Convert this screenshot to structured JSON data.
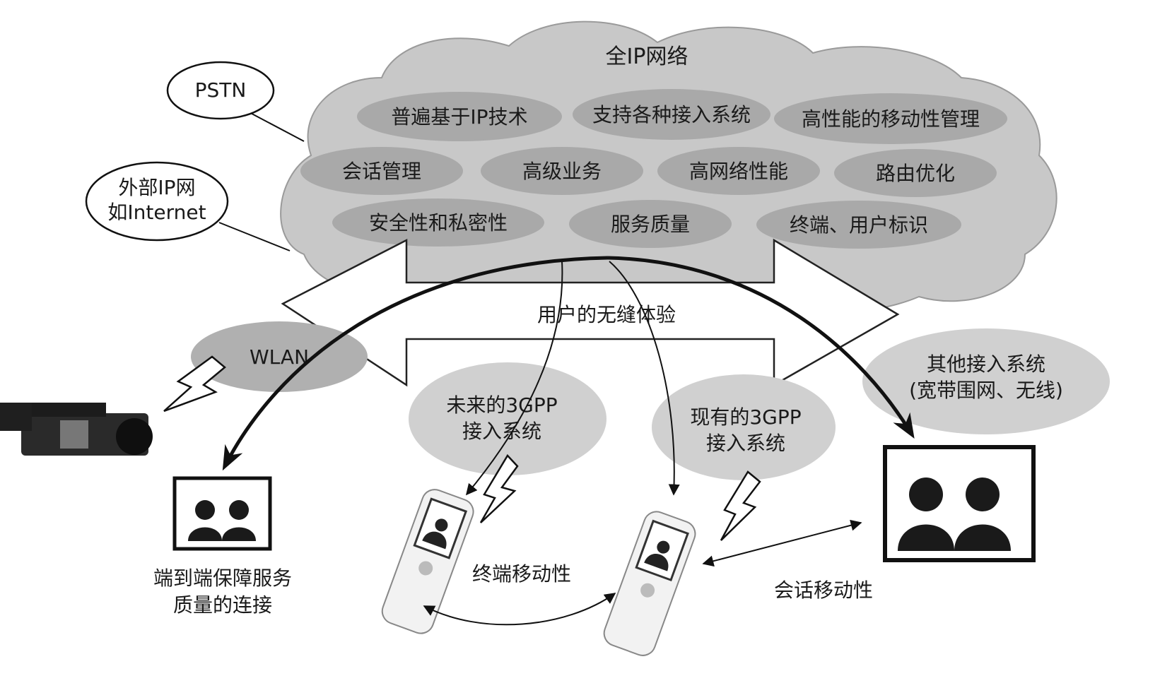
{
  "cloud": {
    "title": "全IP网络"
  },
  "features": [
    "普遍基于IP技术",
    "支持各种接入系统",
    "高性能的移动性管理",
    "会话管理",
    "高级业务",
    "高网络性能",
    "路由优化",
    "安全性和私密性",
    "服务质量",
    "终端、用户标识"
  ],
  "external": {
    "pstn": "PSTN",
    "ip_net_line1": "外部IP网",
    "ip_net_line2": "如Internet"
  },
  "arrow_label": "用户的无缝体验",
  "access": {
    "wlan": "WLAN",
    "future_line1": "未来的3GPP",
    "future_line2": "接入系统",
    "existing_line1": "现有的3GPP",
    "existing_line2": "接入系统",
    "other_line1": "其他接入系统",
    "other_line2": "(宽带围网、无线)"
  },
  "captions": {
    "e2e_line1": "端到端保障服务",
    "e2e_line2": "质量的连接",
    "terminal_mobility": "终端移动性",
    "session_mobility": "会话移动性"
  },
  "colors": {
    "cloud": "#c8c8c8",
    "feature_pill": "#a9a9a9",
    "access_bubble": "#d0d0d0",
    "wlan_bubble": "#b0b0b0"
  }
}
